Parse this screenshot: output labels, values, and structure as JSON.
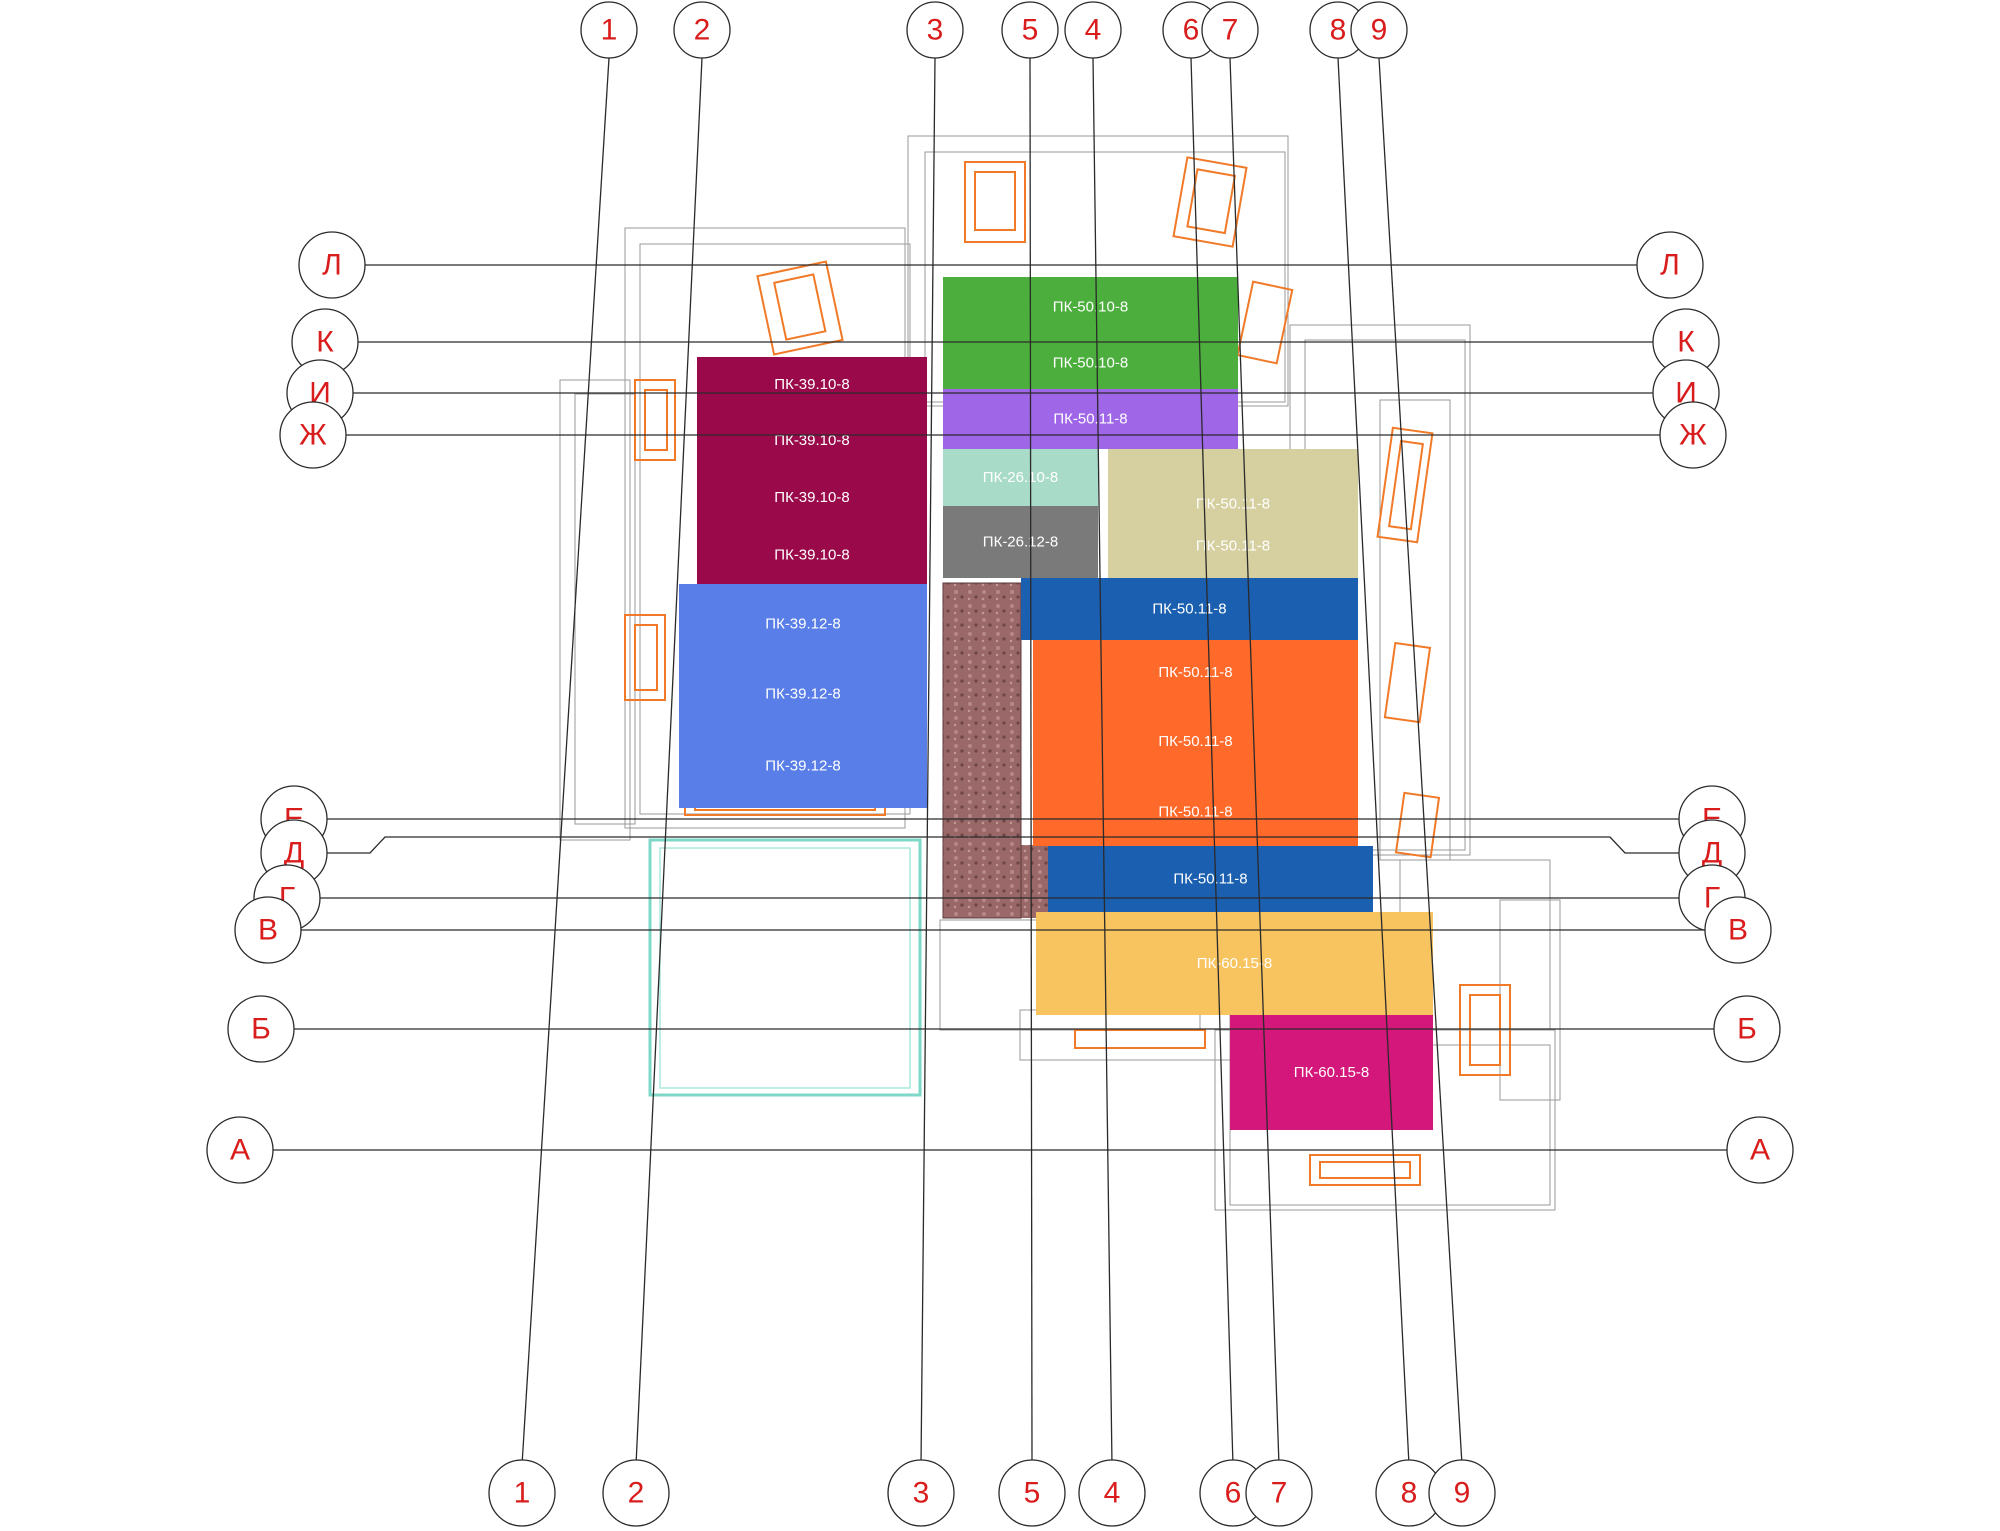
{
  "axes": {
    "numbered": [
      "1",
      "2",
      "3",
      "5",
      "4",
      "6",
      "7",
      "8",
      "9"
    ],
    "lettered": [
      "Л",
      "К",
      "И",
      "Ж",
      "Е",
      "Д",
      "Г",
      "В",
      "Б",
      "А"
    ]
  },
  "slabs": [
    {
      "label": "ПК-50.10-8",
      "color": "#4caf3d"
    },
    {
      "label": "ПК-50.10-8",
      "color": "#4caf3d"
    },
    {
      "label": "ПК-50.11-8",
      "color": "#a066e8"
    },
    {
      "label": "ПК-39.10-8",
      "color": "#9a0a4a"
    },
    {
      "label": "ПК-39.10-8",
      "color": "#9a0a4a"
    },
    {
      "label": "ПК-39.10-8",
      "color": "#9a0a4a"
    },
    {
      "label": "ПК-39.10-8",
      "color": "#9a0a4a"
    },
    {
      "label": "ПК-26.10-8",
      "color": "#a8dcc8"
    },
    {
      "label": "ПК-26.12-8",
      "color": "#7a7a7a"
    },
    {
      "label": "ПК-50.11-8",
      "color": "#d6cfa0"
    },
    {
      "label": "ПК-50.11-8",
      "color": "#d6cfa0"
    },
    {
      "label": "ПК-39.12-8",
      "color": "#5a7ee8"
    },
    {
      "label": "ПК-39.12-8",
      "color": "#5a7ee8"
    },
    {
      "label": "ПК-39.12-8",
      "color": "#5a7ee8"
    },
    {
      "label": "ПК-50.11-8",
      "color": "#1a5fb0"
    },
    {
      "label": "ПК-50.11-8",
      "color": "#ff6a2a"
    },
    {
      "label": "ПК-50.11-8",
      "color": "#ff6a2a"
    },
    {
      "label": "ПК-50.11-8",
      "color": "#ff6a2a"
    },
    {
      "label": "ПК-50.11-8",
      "color": "#1a5fb0"
    },
    {
      "label": "ПК-60.15-8",
      "color": "#f8c460"
    },
    {
      "label": "ПК-60.15-8",
      "color": "#d4177a"
    }
  ],
  "colors": {
    "axis_label": "#d91c1c",
    "stair": "#8a5a5a",
    "window": "#f07a28",
    "terrace": "#7ed8c8"
  }
}
